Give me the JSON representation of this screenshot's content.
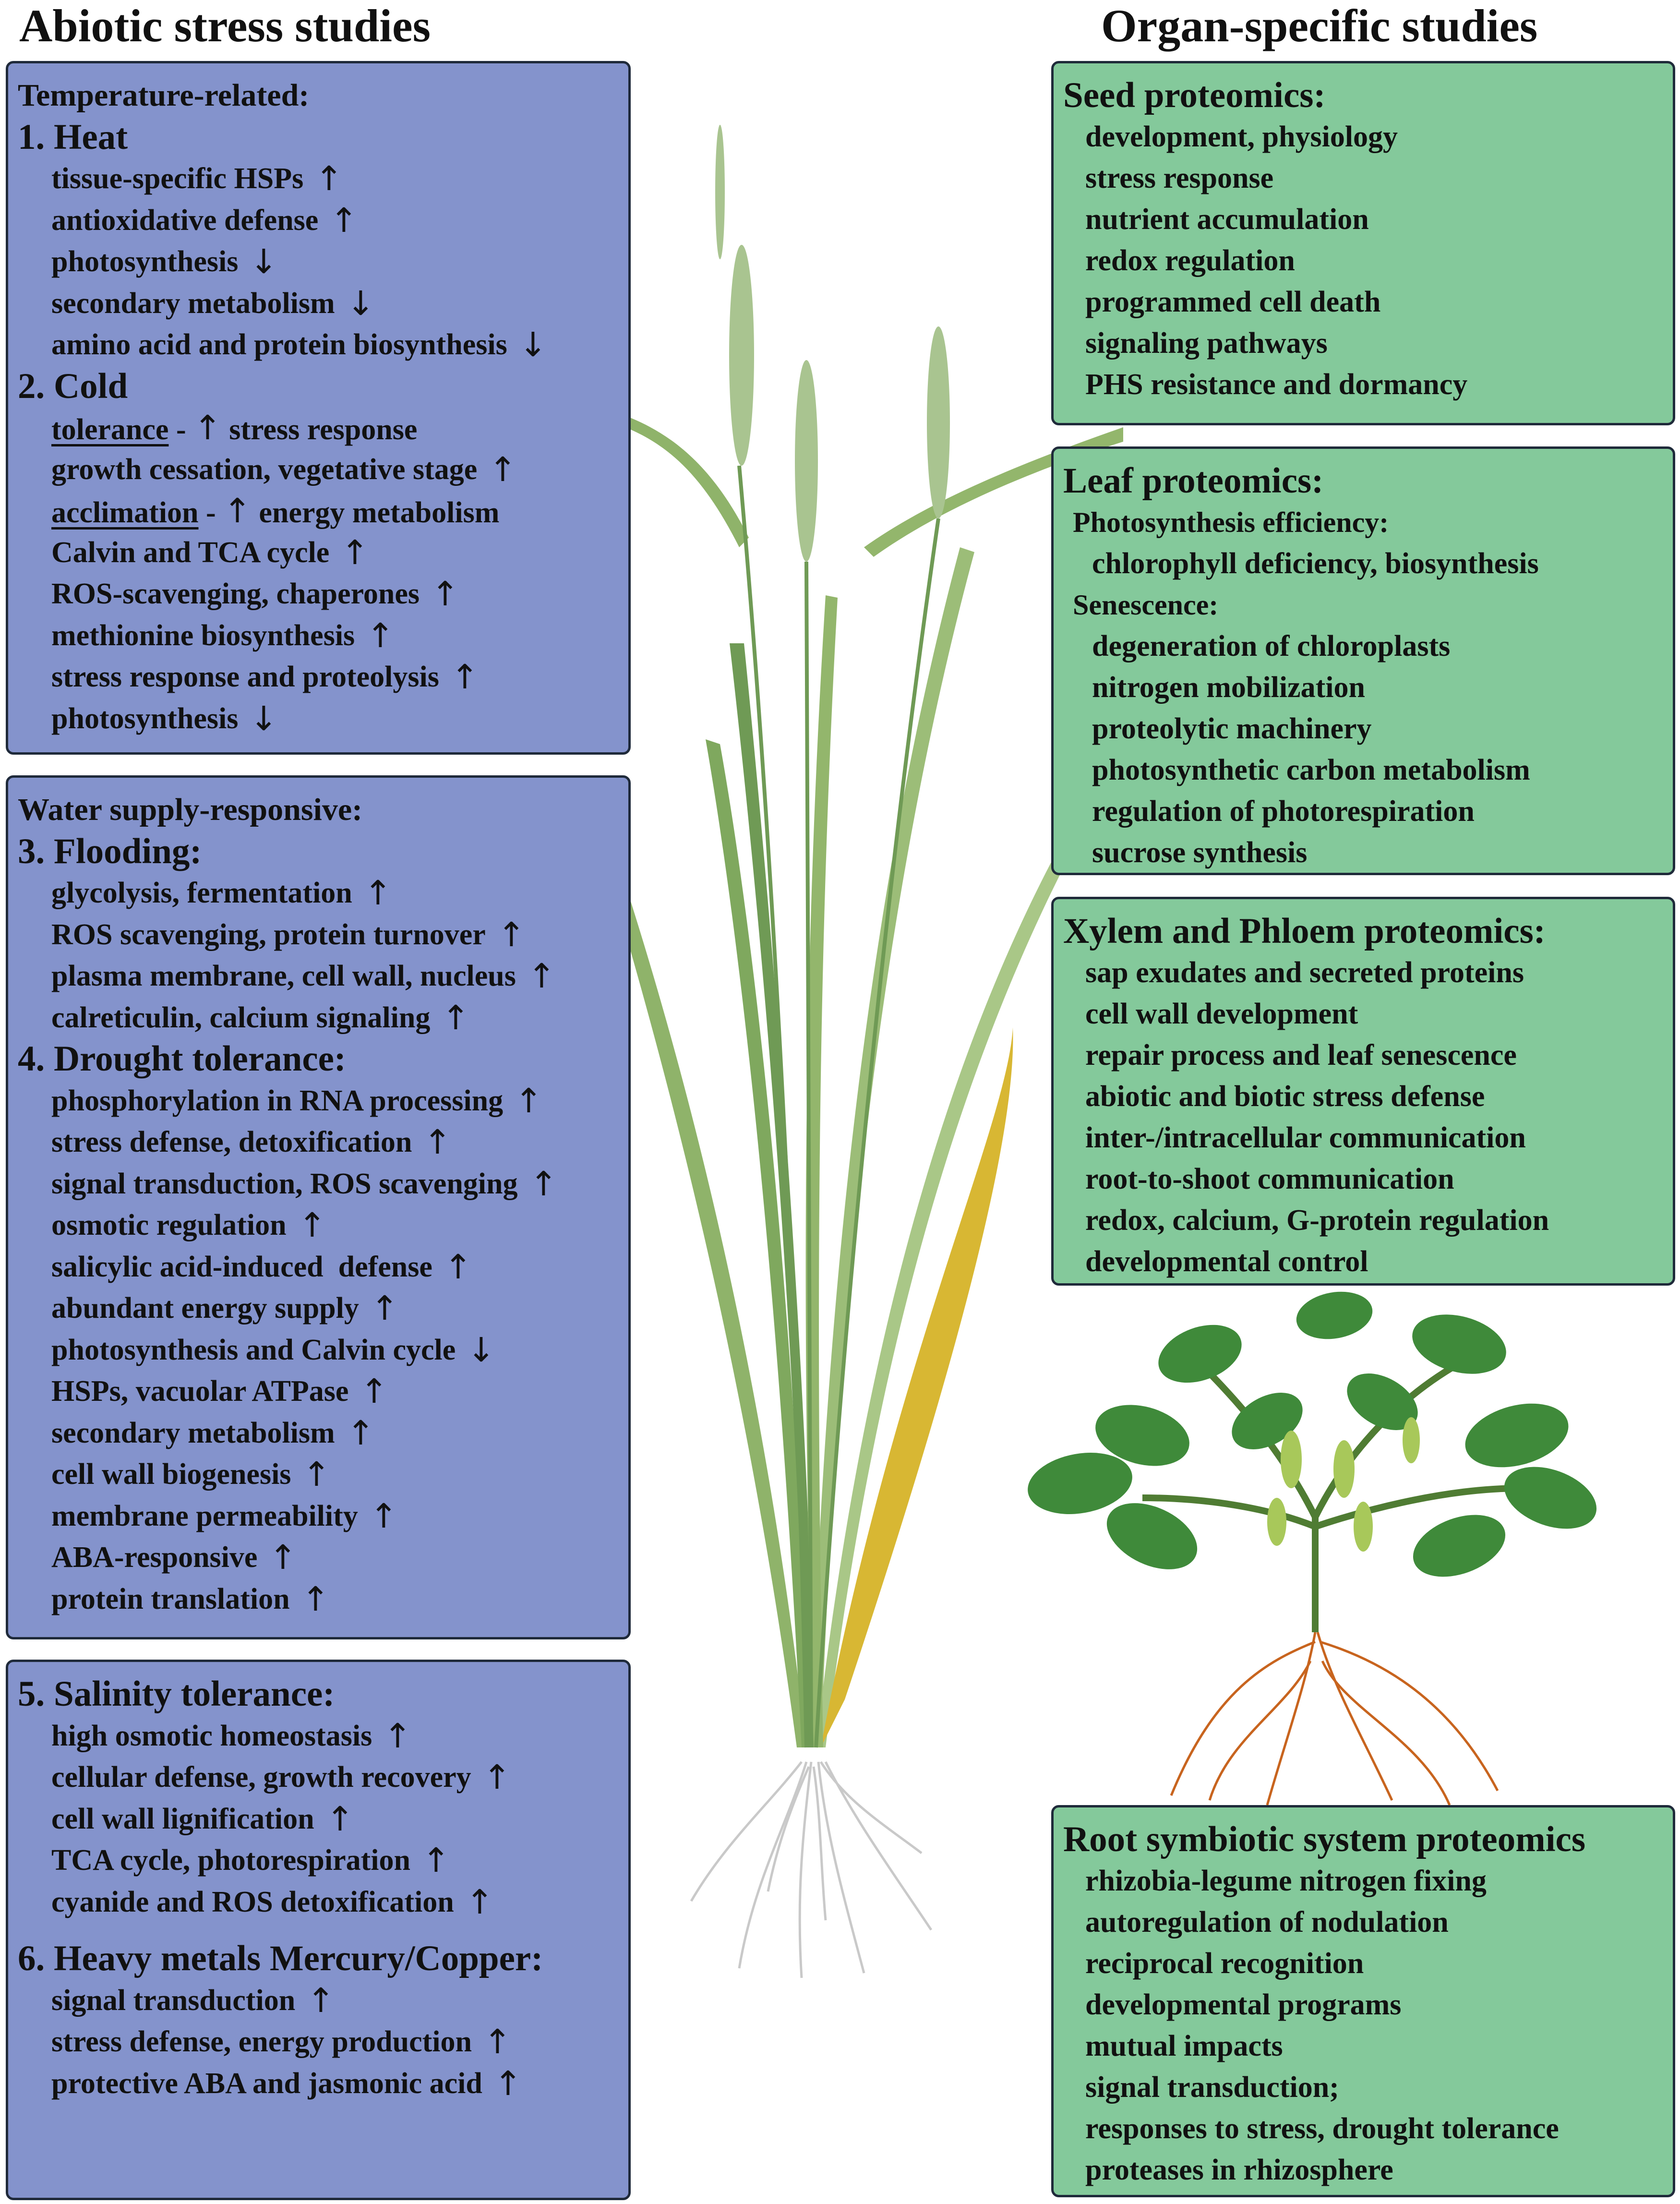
{
  "headings": {
    "left": "Abiotic stress studies",
    "right": "Organ-specific studies"
  },
  "abiotic_boxes": [
    {
      "rows": [
        {
          "kind": "sec",
          "text": "Temperature-related:"
        },
        {
          "kind": "cat",
          "text": "1. Heat"
        },
        {
          "kind": "item",
          "text": "tissue-specific HSPs",
          "arrow": "↑"
        },
        {
          "kind": "item",
          "text": "antioxidative defense",
          "arrow": "↑"
        },
        {
          "kind": "item",
          "text": "photosynthesis",
          "arrow": "↓"
        },
        {
          "kind": "item",
          "text": "secondary metabolism",
          "arrow": "↓"
        },
        {
          "kind": "item",
          "text": "amino acid and protein biosynthesis",
          "arrow": "↓"
        },
        {
          "kind": "cat",
          "text": "2. Cold"
        },
        {
          "kind": "item",
          "tag": "tolerance",
          "dash": " - ",
          "arrow": "↑",
          "text": " stress response"
        },
        {
          "kind": "item",
          "text": "growth cessation, vegetative stage",
          "arrow": "↑"
        },
        {
          "kind": "item",
          "tag": "acclimation",
          "dash": " - ",
          "arrow": "↑",
          "text": " energy metabolism"
        },
        {
          "kind": "item",
          "text": "Calvin and TCA cycle",
          "arrow": "↑"
        },
        {
          "kind": "item",
          "text": "ROS-scavenging, chaperones",
          "arrow": "↑"
        },
        {
          "kind": "item",
          "text": "methionine biosynthesis",
          "arrow": "↑"
        },
        {
          "kind": "item",
          "text": "stress response and proteolysis",
          "arrow": "↑"
        },
        {
          "kind": "item",
          "text": "photosynthesis",
          "arrow": "↓"
        }
      ]
    },
    {
      "rows": [
        {
          "kind": "sec",
          "text": "Water supply-responsive:"
        },
        {
          "kind": "cat",
          "text": "3. Flooding:"
        },
        {
          "kind": "item",
          "text": "glycolysis, fermentation",
          "arrow": "↑"
        },
        {
          "kind": "item",
          "text": "ROS scavenging, protein turnover",
          "arrow": "↑"
        },
        {
          "kind": "item",
          "text": "plasma membrane, cell wall, nucleus",
          "arrow": "↑"
        },
        {
          "kind": "item",
          "text": "calreticulin, calcium signaling",
          "arrow": "↑"
        },
        {
          "kind": "cat",
          "text": "4. Drought tolerance:"
        },
        {
          "kind": "item",
          "text": "phosphorylation in RNA processing",
          "arrow": "↑"
        },
        {
          "kind": "item",
          "text": "stress defense, detoxification",
          "arrow": "↑"
        },
        {
          "kind": "item",
          "text": "signal transduction, ROS scavenging",
          "arrow": "↑"
        },
        {
          "kind": "item",
          "text": "osmotic regulation",
          "arrow": "↑"
        },
        {
          "kind": "item",
          "text": "salicylic acid-induced  defense",
          "arrow": "↑"
        },
        {
          "kind": "item",
          "text": "abundant energy supply",
          "arrow": "↑"
        },
        {
          "kind": "item",
          "text": "photosynthesis and Calvin cycle",
          "arrow": "↓"
        },
        {
          "kind": "item",
          "text": "HSPs, vacuolar ATPase",
          "arrow": "↑"
        },
        {
          "kind": "item",
          "text": "secondary metabolism",
          "arrow": "↑"
        },
        {
          "kind": "item",
          "text": "cell wall biogenesis",
          "arrow": "↑"
        },
        {
          "kind": "item",
          "text": "membrane permeability",
          "arrow": "↑"
        },
        {
          "kind": "item",
          "text": "ABA-responsive",
          "arrow": "↑"
        },
        {
          "kind": "item",
          "text": "protein translation",
          "arrow": "↑"
        }
      ]
    },
    {
      "rows": [
        {
          "kind": "cat",
          "text": "5. Salinity tolerance:"
        },
        {
          "kind": "item",
          "text": "high osmotic homeostasis",
          "arrow": "↑"
        },
        {
          "kind": "item",
          "text": "cellular defense, growth recovery",
          "arrow": "↑"
        },
        {
          "kind": "item",
          "text": "cell wall lignification",
          "arrow": "↑"
        },
        {
          "kind": "item",
          "text": "TCA cycle, photorespiration",
          "arrow": "↑"
        },
        {
          "kind": "item",
          "text": "cyanide and ROS detoxification",
          "arrow": "↑"
        },
        {
          "kind": "cat",
          "text": "6. Heavy metals Mercury/Copper:",
          "gap": true
        },
        {
          "kind": "item",
          "text": "signal transduction",
          "arrow": "↑"
        },
        {
          "kind": "item",
          "text": "stress defense, energy production",
          "arrow": "↑"
        },
        {
          "kind": "item",
          "text": "protective ABA and jasmonic acid",
          "arrow": "↑"
        }
      ]
    }
  ],
  "organ_boxes": [
    {
      "rows": [
        {
          "kind": "title",
          "text": "Seed proteomics:"
        },
        {
          "kind": "item",
          "text": "development, physiology"
        },
        {
          "kind": "item",
          "text": "stress response"
        },
        {
          "kind": "item",
          "text": "nutrient accumulation"
        },
        {
          "kind": "item",
          "text": "redox regulation"
        },
        {
          "kind": "item",
          "text": "programmed cell death"
        },
        {
          "kind": "item",
          "text": "signaling pathways"
        },
        {
          "kind": "item",
          "text": "PHS resistance and dormancy"
        }
      ]
    },
    {
      "rows": [
        {
          "kind": "title",
          "text": "Leaf proteomics:"
        },
        {
          "kind": "sub",
          "text": "Photosynthesis efficiency:"
        },
        {
          "kind": "sub2",
          "text": "chlorophyll deficiency, biosynthesis"
        },
        {
          "kind": "sub",
          "text": "Senescence:"
        },
        {
          "kind": "sub2",
          "text": "degeneration of chloroplasts"
        },
        {
          "kind": "sub2",
          "text": "nitrogen mobilization"
        },
        {
          "kind": "sub2",
          "text": "proteolytic machinery"
        },
        {
          "kind": "sub2",
          "text": "photosynthetic carbon metabolism"
        },
        {
          "kind": "sub2",
          "text": "regulation of photorespiration"
        },
        {
          "kind": "sub2",
          "text": "sucrose synthesis"
        }
      ]
    },
    {
      "rows": [
        {
          "kind": "title",
          "text": "Xylem and Phloem proteomics:"
        },
        {
          "kind": "item",
          "text": "sap exudates and secreted proteins"
        },
        {
          "kind": "item",
          "text": "cell wall development"
        },
        {
          "kind": "item",
          "text": "repair process and leaf senescence"
        },
        {
          "kind": "item",
          "text": "abiotic and biotic stress defense"
        },
        {
          "kind": "item",
          "text": "inter-/intracellular communication"
        },
        {
          "kind": "item",
          "text": "root-to-shoot communication"
        },
        {
          "kind": "item",
          "text": "redox, calcium, G-protein regulation"
        },
        {
          "kind": "item",
          "text": "developmental control"
        }
      ]
    },
    {
      "rows": [
        {
          "kind": "title",
          "text": "Root symbiotic system proteomics"
        },
        {
          "kind": "item",
          "text": "rhizobia-legume nitrogen fixing"
        },
        {
          "kind": "item",
          "text": "autoregulation of nodulation"
        },
        {
          "kind": "item",
          "text": "reciprocal recognition"
        },
        {
          "kind": "item",
          "text": "developmental programs"
        },
        {
          "kind": "item",
          "text": "mutual impacts"
        },
        {
          "kind": "item",
          "text": "signal transduction;"
        },
        {
          "kind": "item",
          "text": "responses to stress, drought tolerance"
        },
        {
          "kind": "item",
          "text": "proteases in rhizosphere"
        }
      ]
    }
  ],
  "colors": {
    "abiotic_box": "#8493cc",
    "organ_box": "#84c99b",
    "rice_leaf": "#93b66c",
    "rice_leaf_dark": "#6f9a55",
    "rice_yellow_leaf": "#d8b733",
    "soybean_leaf": "#3f8a3a",
    "soybean_pod": "#a8c85a",
    "root_orange": "#c8641e",
    "rice_root": "#c9c9c9"
  },
  "illustrations": {
    "rice": "rice-plant-illustration",
    "soybean": "soybean-plant-illustration"
  }
}
